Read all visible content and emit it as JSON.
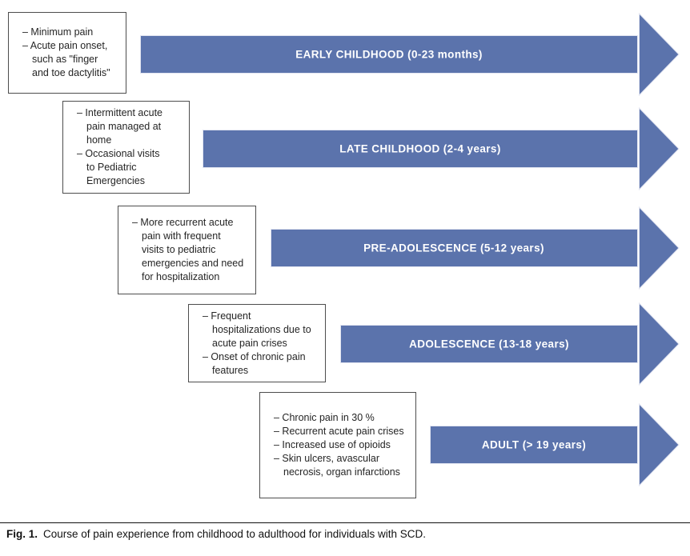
{
  "colors": {
    "accent": "#5b73ac",
    "label_text": "#ffffff",
    "box_border": "#4d4d4d"
  },
  "caption": {
    "prefix": "Fig. 1.",
    "text": "Course of pain experience from childhood to adulthood for individuals with SCD."
  },
  "stages": [
    {
      "label": "EARLY CHILDHOOD (0-23 months)",
      "notes": [
        "Minimum pain",
        "Acute pain onset, such as \"finger and toe dactylitis\""
      ],
      "note_lines": [
        "– Minimum pain",
        "– Acute pain onset,",
        "such as \"finger",
        "and toe dactylitis\""
      ]
    },
    {
      "label": "LATE CHILDHOOD (2-4 years)",
      "notes": [
        "Intermittent acute pain managed at home",
        "Occasional visits to Pediatric Emergencies"
      ],
      "note_lines": [
        "– Intermittent acute",
        "pain managed at",
        "home",
        "– Occasional visits",
        "to Pediatric",
        "Emergencies"
      ]
    },
    {
      "label": "PRE-ADOLESCENCE (5-12 years)",
      "notes": [
        "More recurrent acute pain with frequent visits to pediatric emergencies and need for hospitalization"
      ],
      "note_lines": [
        "– More recurrent acute",
        "pain with frequent",
        "visits to pediatric",
        "emergencies and need",
        "for hospitalization"
      ]
    },
    {
      "label": "ADOLESCENCE (13-18 years)",
      "notes": [
        "Frequent hospitalizations due to acute pain crises",
        "Onset of chronic pain features"
      ],
      "note_lines": [
        "– Frequent",
        "hospitalizations due to",
        "acute pain crises",
        "– Onset of chronic pain",
        "features"
      ]
    },
    {
      "label": "ADULT (> 19 years)",
      "notes": [
        "Chronic pain in 30 %",
        "Recurrent acute pain crises",
        "Increased use of opioids",
        "Skin ulcers, avascular necrosis, organ infarctions"
      ],
      "note_lines": [
        "– Chronic pain in 30 %",
        "– Recurrent acute pain crises",
        "– Increased use of opioids",
        "– Skin ulcers, avascular",
        "necrosis, organ infarctions"
      ]
    }
  ]
}
